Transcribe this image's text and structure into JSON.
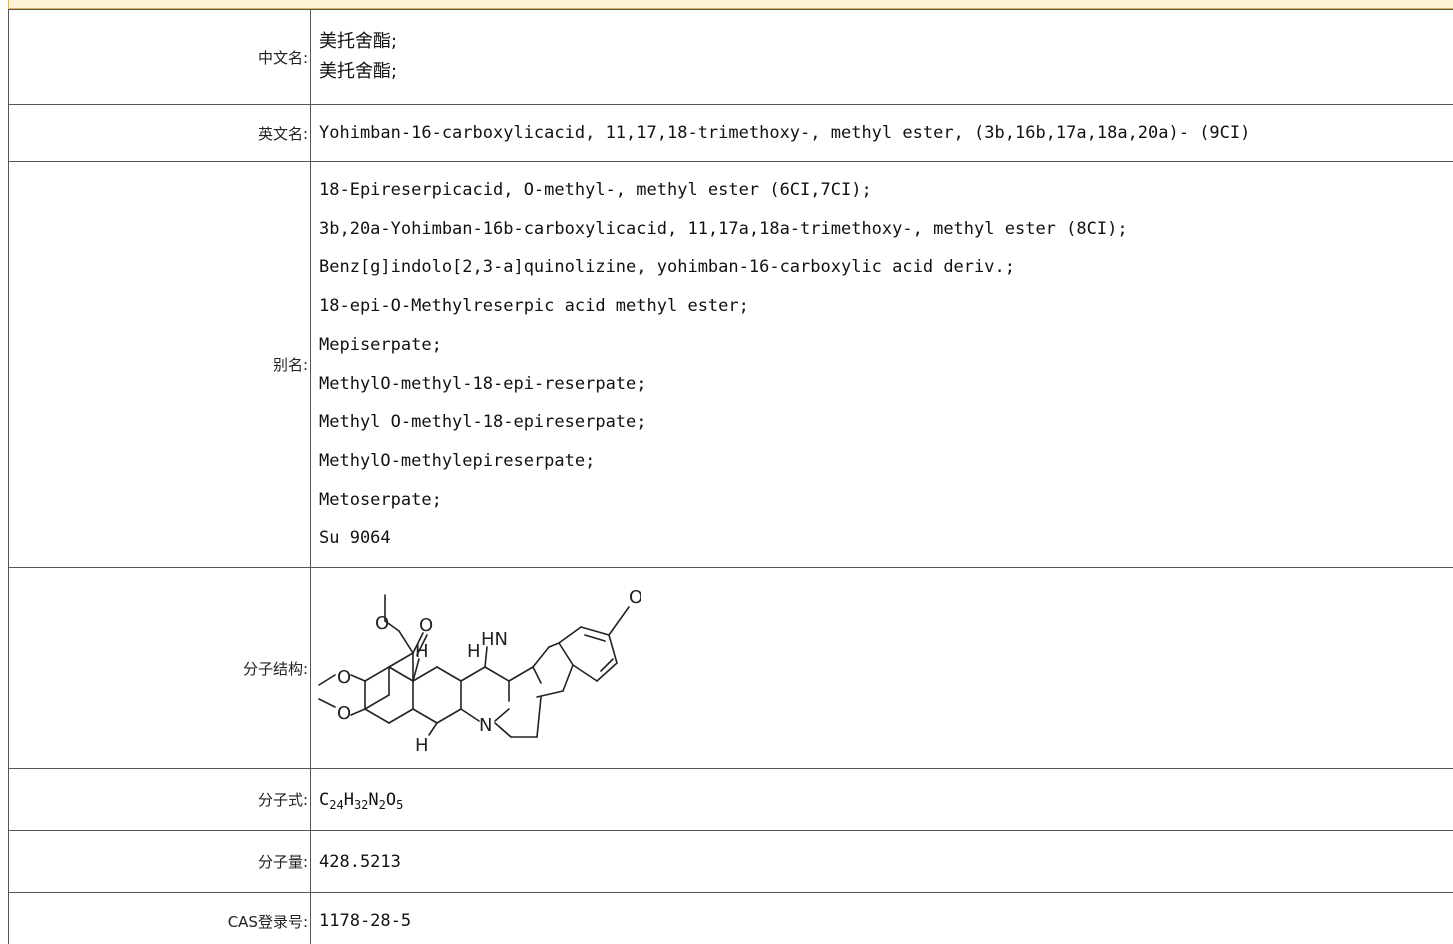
{
  "labels": {
    "chinese_name": "中文名:",
    "english_name": "英文名:",
    "aliases": "别名:",
    "structure": "分子结构:",
    "formula": "分子式:",
    "molecular_weight": "分子量:",
    "cas": "CAS登录号:"
  },
  "values": {
    "chinese_names": [
      "美托舍酯;",
      "美托舍酯;"
    ],
    "english_name": "Yohimban-16-carboxylicacid, 11,17,18-trimethoxy-, methyl ester, (3b,16b,17a,18a,20a)- (9CI)",
    "aliases": [
      "18-Epireserpicacid, O-methyl-, methyl ester (6CI,7CI);",
      "3b,20a-Yohimban-16b-carboxylicacid, 11,17a,18a-trimethoxy-, methyl ester (8CI);",
      "Benz[g]indolo[2,3-a]quinolizine, yohimban-16-carboxylic acid deriv.;",
      "18-epi-O-Methylreserpic acid methyl ester;",
      "Mepiserpate;",
      "MethylO-methyl-18-epi-reserpate;",
      "Methyl O-methyl-18-epireserpate;",
      "MethylO-methylepireserpate;",
      "Metoserpate;",
      "Su 9064"
    ],
    "structure_atoms": {
      "o1": "O",
      "o2": "O",
      "o3": "O",
      "o4": "O",
      "o5": "O",
      "hn": "HN",
      "n": "N",
      "h1": "H",
      "h2": "H",
      "h3": "H"
    },
    "formula": {
      "c": "C",
      "c_n": "24",
      "h": "H",
      "h_n": "32",
      "n": "N",
      "n_n": "2",
      "o": "O",
      "o_n": "5"
    },
    "molecular_weight": "428.5213",
    "cas": "1178-28-5"
  }
}
